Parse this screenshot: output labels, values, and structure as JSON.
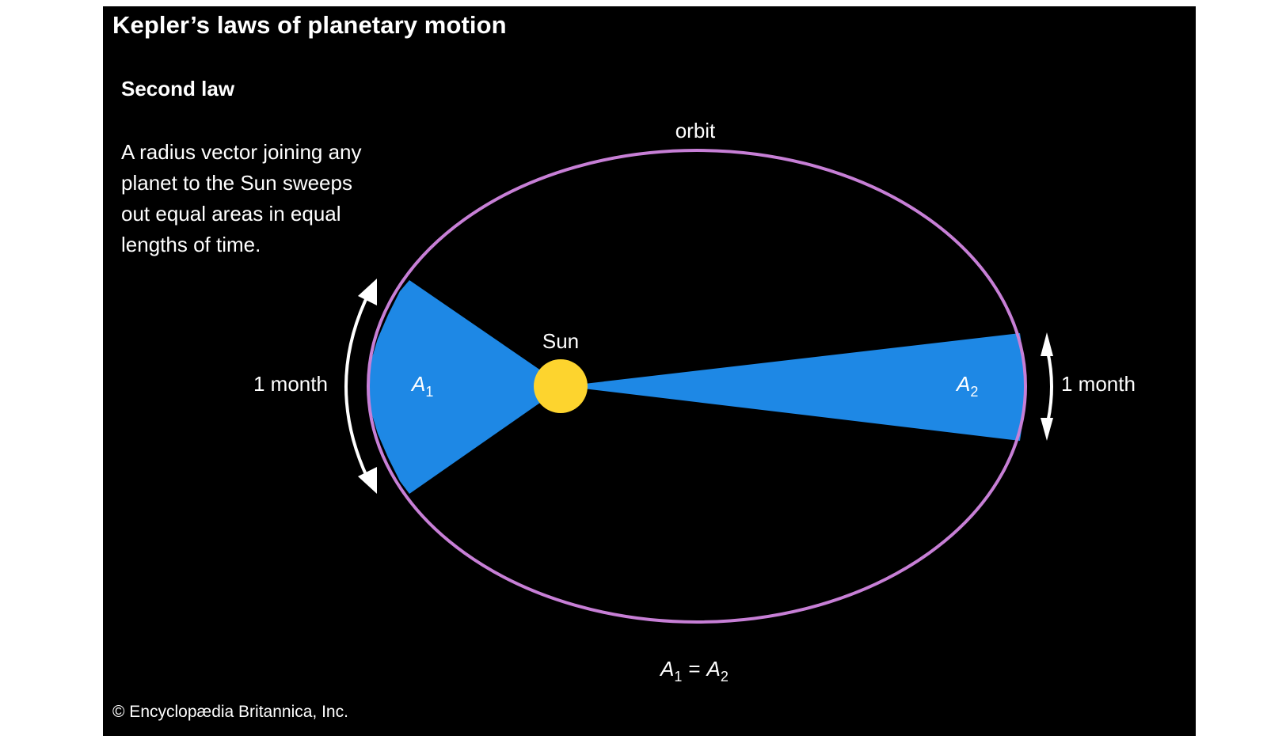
{
  "title": "Kepler’s laws of planetary motion",
  "subtitle": "Second law",
  "description_lines": [
    "A radius vector joining any",
    "planet to the Sun sweeps",
    "out equal areas in equal",
    "lengths of time."
  ],
  "labels": {
    "orbit": "orbit",
    "sun": "Sun",
    "left_time": "1 month",
    "right_time": "1 month",
    "area_symbol": "A",
    "area1_index": "1",
    "area2_index": "2",
    "equals": "="
  },
  "credit": "© Encyclopædia Britannica, Inc.",
  "colors": {
    "background": "#000000",
    "orbit": "#c77fd6",
    "sweep": "#1e88e5",
    "sun": "#fdd42e",
    "text": "#ffffff"
  }
}
